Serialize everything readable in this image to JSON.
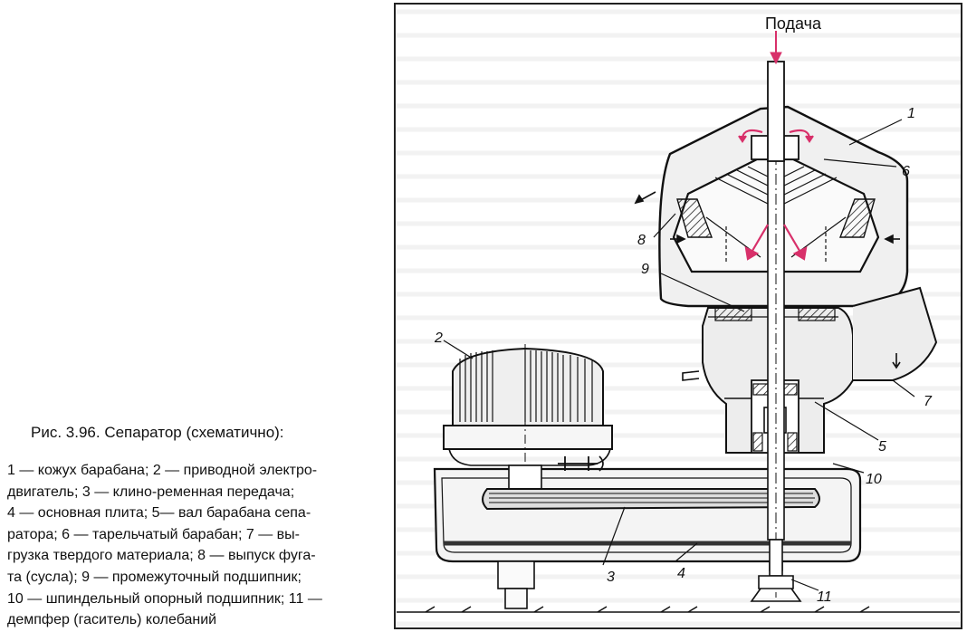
{
  "figure": {
    "title": "Рис. 3.96. Сепаратор (схематично):",
    "legend_lines": [
      "1 — кожух барабана; 2 — приводной электро-",
      "двигатель; 3 — клино-ременная передача;",
      "4 — основная плита; 5— вал барабана сепа-",
      "ратора; 6 — тарельчатый барабан; 7 — вы-",
      "грузка твердого материала; 8 — выпуск фуга-",
      "та (сусла); 9 — промежуточный подшипник;",
      "10 — шпиндельный опорный подшипник; 11 —",
      "демпфер (гаситель) колебаний"
    ]
  },
  "diagram": {
    "feed_label": "Подача",
    "callouts": [
      "1",
      "2",
      "3",
      "4",
      "5",
      "6",
      "7",
      "8",
      "9",
      "10",
      "11"
    ],
    "colors": {
      "ink": "#1a1a1a",
      "flow_arrows": "#d8306a",
      "paper": "#ffffff",
      "shade": "#c9c9c9"
    }
  }
}
